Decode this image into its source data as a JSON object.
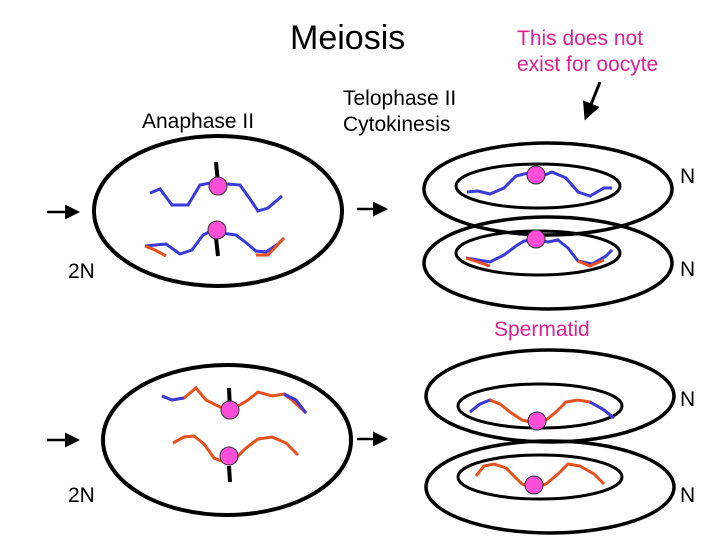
{
  "title": "Meiosis",
  "note": {
    "line1": "This does not",
    "line2": "exist for oocyte"
  },
  "stage_anaphase": "Anaphase II",
  "stage_telophase": {
    "line1": "Telophase II",
    "line2": "Cytokinesis"
  },
  "ploidy_diploid": "2N",
  "ploidy_haploid": "N",
  "spermatid_label": "Spermatid",
  "colors": {
    "chromatid_blue": "#3a3ad8",
    "chromatid_red": "#e8501e",
    "centromere": "#ff4fd8",
    "annotation": "#e0208f",
    "outline": "#000000"
  }
}
